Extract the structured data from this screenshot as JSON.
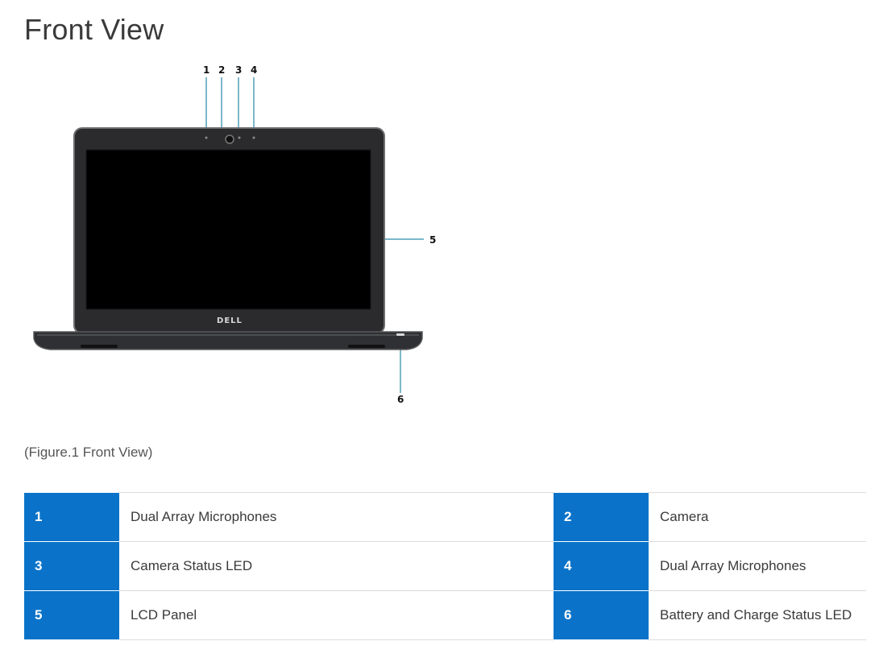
{
  "page": {
    "title": "Front View",
    "caption": "(Figure.1 Front View)"
  },
  "figure": {
    "callouts": [
      "1",
      "2",
      "3",
      "4",
      "5",
      "6"
    ],
    "logo_text": "DELL"
  },
  "parts": [
    {
      "left_num": "1",
      "left_label": "Dual Array Microphones",
      "right_num": "2",
      "right_label": "Camera"
    },
    {
      "left_num": "3",
      "left_label": "Camera Status LED",
      "right_num": "4",
      "right_label": "Dual Array Microphones"
    },
    {
      "left_num": "5",
      "left_label": "LCD Panel",
      "right_num": "6",
      "right_label": "Battery and Charge Status LED"
    }
  ],
  "colors": {
    "accent": "#0a73c9",
    "callout_line": "#4f9fb8"
  }
}
